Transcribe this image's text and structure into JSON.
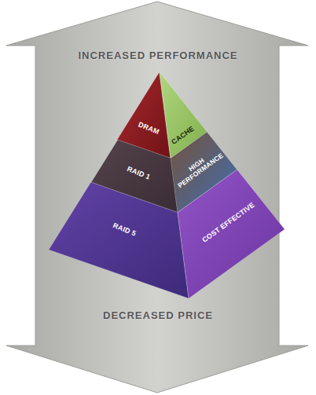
{
  "diagram": {
    "nodes": [
      {
        "text": [
          "DRAM"
        ]
      },
      {
        "text": [
          "CACHE"
        ]
      },
      {
        "text": [
          "RAID 1"
        ]
      },
      {
        "text": [
          "HIGH PERFORMANCE"
        ]
      },
      {
        "text": [
          "RAID 5"
        ]
      },
      {
        "text": [
          "COST EFFECTIVE"
        ]
      }
    ],
    "labels": [
      "INCREASED PERFORMANCE",
      "DECREASED PRICE"
    ]
  }
}
